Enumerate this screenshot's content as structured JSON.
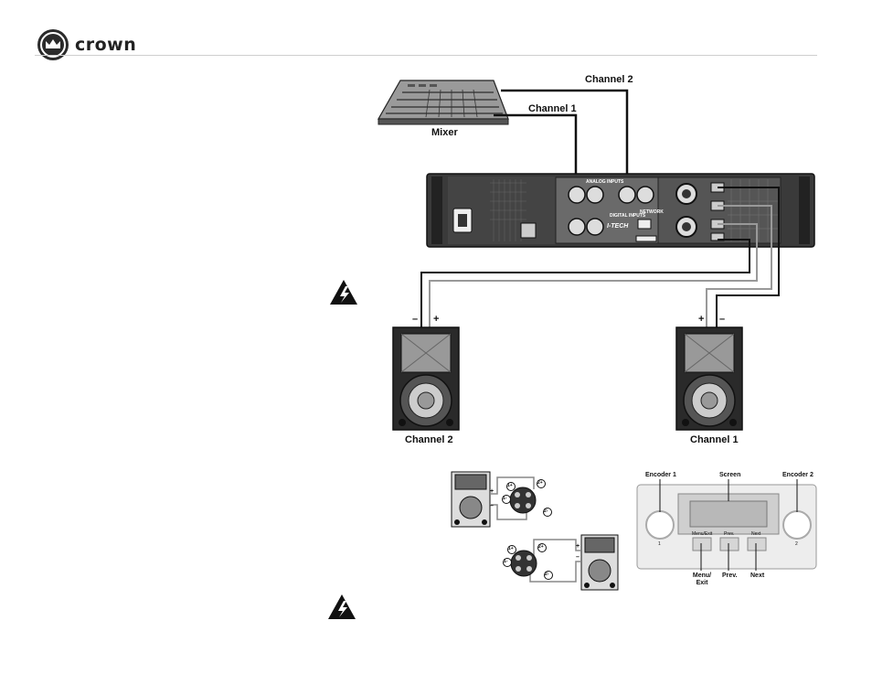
{
  "header": {
    "brand": "crown"
  },
  "diagram": {
    "mixer_label": "Mixer",
    "channel1_wire_label": "Channel 1",
    "channel2_wire_label": "Channel 2",
    "speaker_left_label": "Channel 2",
    "speaker_right_label": "Channel 1",
    "polarity_minus": "–",
    "polarity_plus": "+",
    "amp_brand": "I-TECH",
    "amp_analog_inputs": "ANALOG INPUTS",
    "amp_digital_inputs": "DIGITAL INPUTS",
    "amp_network": "NETWORK"
  },
  "speakon": {
    "pin_labels": [
      "1+",
      "1-",
      "2+",
      "2-"
    ],
    "plus": "+",
    "minus": "–"
  },
  "front_panel": {
    "encoder1_label": "Encoder 1",
    "screen_label": "Screen",
    "encoder2_label": "Encoder 2",
    "menu_exit_label": "Menu/ Exit",
    "prev_label": "Prev.",
    "next_label": "Next",
    "btn_menu_text": "Menu/Exit",
    "btn_prev_text": "Prev.",
    "btn_next_text": "Next",
    "encoder1_num": "1",
    "encoder2_num": "2"
  }
}
